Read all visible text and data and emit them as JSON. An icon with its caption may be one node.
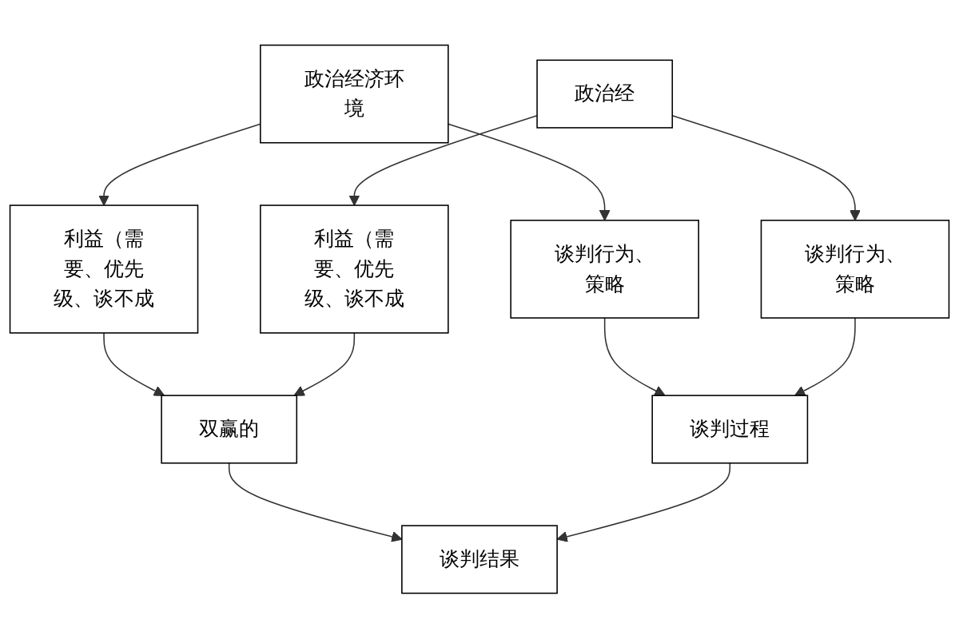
{
  "diagram": {
    "nodes": [
      {
        "text": [
          "利益（需要、优先级、谈不成"
        ]
      },
      {
        "text": [
          "双赢的"
        ]
      },
      {
        "text": [
          "利益（需要、优先级、谈不成"
        ]
      },
      {
        "text": [
          "政治经济环境"
        ]
      },
      {
        "text": [
          "谈判结果"
        ]
      },
      {
        "text": [
          "政治经"
        ]
      },
      {
        "text": [
          "谈判行为、策略"
        ]
      },
      {
        "text": [
          "谈判过程"
        ]
      },
      {
        "text": [
          "谈判行为、策略"
        ]
      }
    ],
    "edges": [
      {
        "from": 0,
        "to": 1,
        "arrow": "to"
      },
      {
        "from": 2,
        "to": 1,
        "arrow": "to"
      },
      {
        "from": 3,
        "to": 0,
        "arrow": "to"
      },
      {
        "from": 5,
        "to": 2,
        "arrow": "to"
      },
      {
        "from": 1,
        "to": 4,
        "arrow": "to"
      },
      {
        "from": 3,
        "to": 6,
        "arrow": "to"
      },
      {
        "from": 5,
        "to": 8,
        "arrow": "to"
      },
      {
        "from": 6,
        "to": 7,
        "arrow": "to"
      },
      {
        "from": 8,
        "to": 7,
        "arrow": "to"
      },
      {
        "from": 7,
        "to": 4,
        "arrow": "to"
      }
    ]
  }
}
